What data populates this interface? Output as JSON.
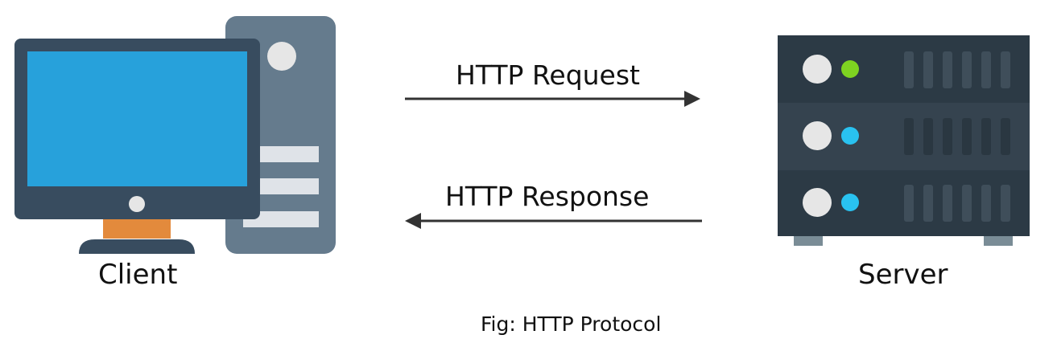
{
  "diagram": {
    "client_label": "Client",
    "server_label": "Server",
    "request_label": "HTTP Request",
    "response_label": "HTTP Response",
    "caption": "Fig: HTTP Protocol"
  },
  "colors": {
    "monitor_frame": "#384c5f",
    "monitor_screen": "#27a1db",
    "monitor_neck": "#e38a3c",
    "tower_body": "#657b8d",
    "tower_slot": "#dfe3e8",
    "server_panel": "#2c3a45",
    "server_panel_mid": "#35434f",
    "server_led_green": "#7ed321",
    "server_led_blue": "#29c2f0",
    "server_button": "#e6e6e6",
    "arrow": "#333333"
  }
}
